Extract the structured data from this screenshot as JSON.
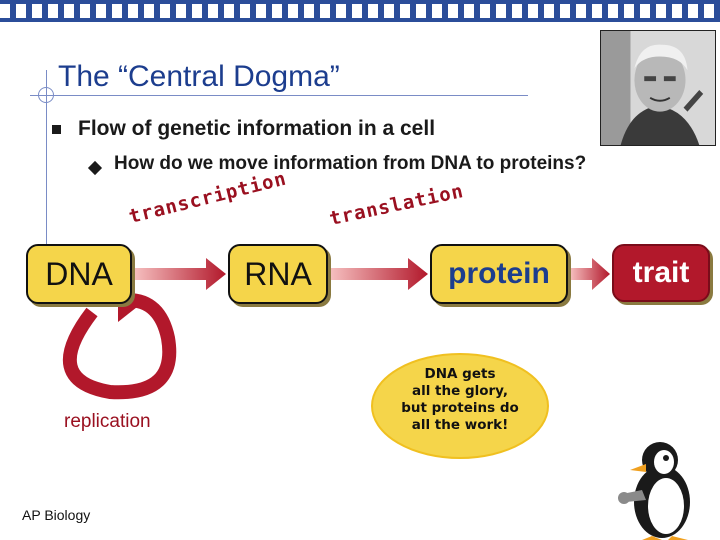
{
  "slide": {
    "title": "The “Central Dogma”",
    "bullet_main": "Flow of genetic information in a cell",
    "bullet_sub": "How do we move information from DNA to proteins?",
    "footer": "AP Biology"
  },
  "diagram": {
    "nodes": [
      "DNA",
      "RNA",
      "protein",
      "trait"
    ],
    "transcription_label": "transcription",
    "translation_label": "translation",
    "replication_label": "replication"
  },
  "callout": {
    "lines": [
      "DNA gets",
      "all the glory,",
      "but proteins do",
      "all the work!"
    ]
  },
  "colors": {
    "top_bar": "#2b4d9a",
    "title": "#1c3d8e",
    "box_fill": "#f5d54a",
    "trait_fill": "#b2182b",
    "arrow_red": "#b2182b",
    "bubble_fill": "#f5d54a"
  },
  "icons": [
    "crosshair-icon",
    "portrait-photo",
    "penguin-mascot-icon"
  ]
}
